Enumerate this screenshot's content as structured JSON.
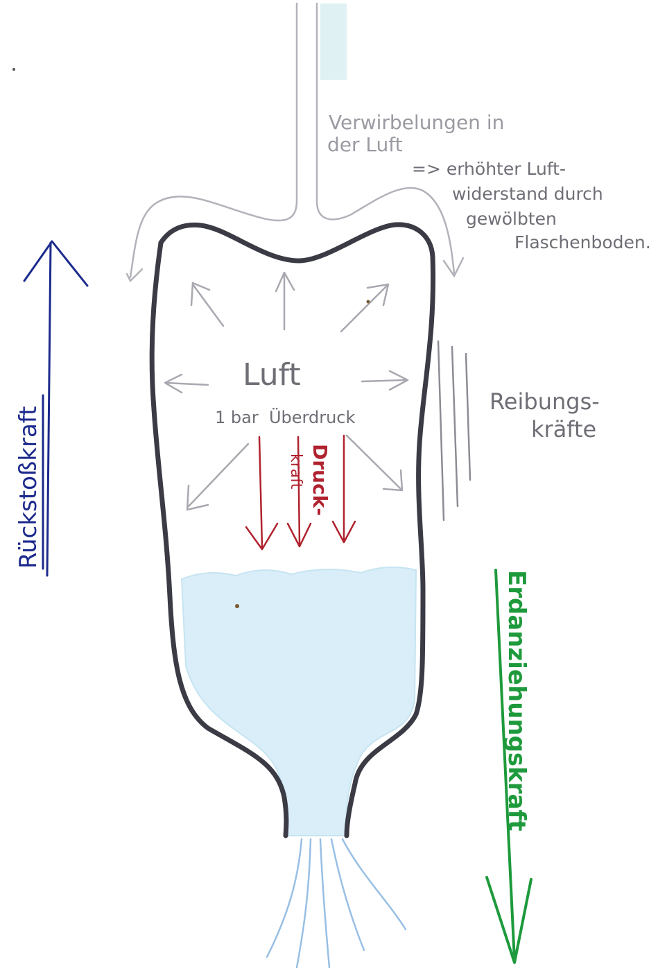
{
  "labels": {
    "turbulence_line1": "Verwirbelungen in",
    "turbulence_line2": "der Luft",
    "drag_line1": "=> erhöhter Luft-",
    "drag_line2": "widerstand durch",
    "drag_line3": "gewölbten",
    "drag_line4": "Flaschenboden.",
    "air": "Luft",
    "overpressure": "1 bar  Überdruck",
    "pressure_force_1": "Druck-",
    "pressure_force_2": "kraft",
    "friction_line1": "Reibungs-",
    "friction_line2": "kräfte",
    "thrust": "Rückstoßkraft",
    "gravity": "Erdanziehungskraft"
  },
  "colors": {
    "bottle_outline": "#3b3b45",
    "air_arrows": "#a8a8b0",
    "turbulence_lines": "#b2b2ba",
    "pressure_force": "#b0222e",
    "thrust": "#1c2a8c",
    "gravity": "#1e9a3c",
    "water_fill": "#d9eef8",
    "water_jet": "#7fb0de",
    "annotation_text": "#6e6e76"
  }
}
